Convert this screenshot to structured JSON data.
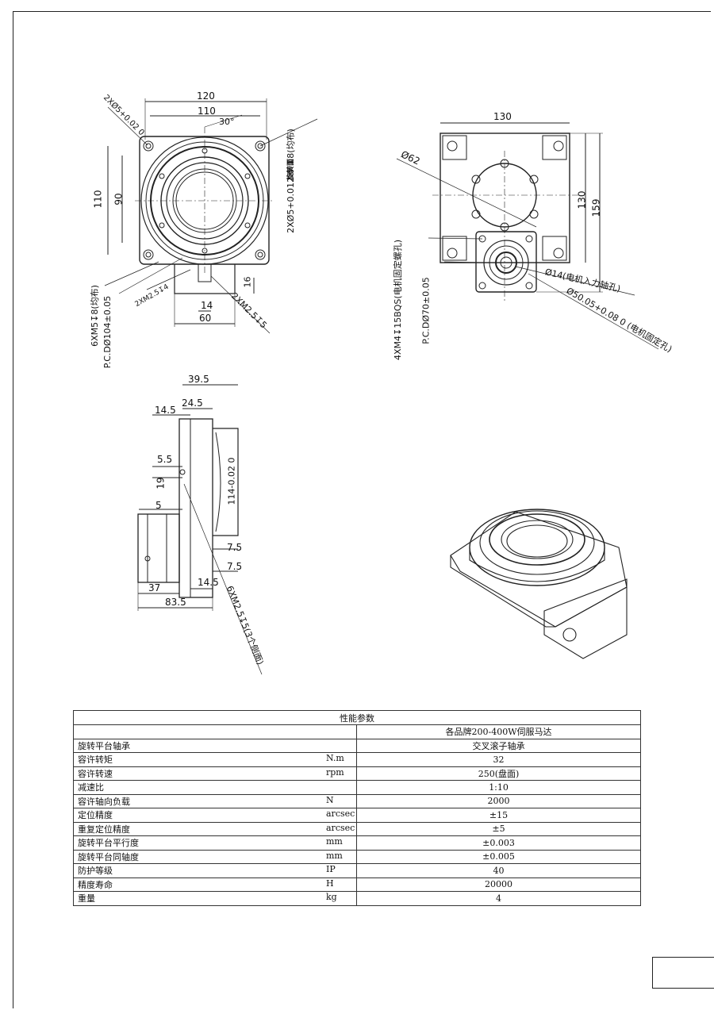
{
  "drawing": {
    "top_left_view": {
      "dim_overall_width": "120",
      "dim_hole_spacing": "110",
      "dim_angle": "30°",
      "dim_height_outer": "110",
      "dim_height_inner": "90",
      "dim_bottom_width": "60",
      "dim_bottom_slot": "14",
      "dim_bottom_height": "16",
      "note_pin_holes_top": "2XØ5+0.02 0",
      "note_pin_holes_right": "2XØ5+0.012 0 ↧8(均布)",
      "note_threads_6": "6XM5↧8(均布)",
      "note_pcd": "P.C.DØ104±0.05",
      "note_m2_5_left": "2XM2.5↧4",
      "note_m2_5_right": "2XM2.5↧5",
      "note_marker": "旋转面"
    },
    "top_right_view": {
      "dim_width": "130",
      "dim_dia": "Ø62",
      "dim_height_a": "130",
      "dim_height_b": "159",
      "note_threads_4": "4XM4↧15BQS(电机固定螺孔)",
      "note_pcd": "P.C.DØ70±0.05",
      "note_input_hole": "Ø14(电机入力轴孔)",
      "note_locating_hole": "Ø50.05+0.08 0 (电机固定孔)"
    },
    "side_view": {
      "dim_39_5": "39.5",
      "dim_24_5": "24.5",
      "dim_14_5_top": "14.5",
      "dim_5_5": "5.5",
      "dim_19": "19",
      "dim_5": "5",
      "dim_114": "114-0.02 0",
      "dim_7_5_a": "7.5",
      "dim_7_5_b": "7.5",
      "dim_37": "37",
      "dim_14_5_bottom": "14.5",
      "dim_83_5": "83.5",
      "note_side_threads": "6XM2.5↧5(3个侧面)"
    }
  },
  "spec_table": {
    "title": "性能参数",
    "header_value": "各品牌200-400W伺服马达",
    "rows": [
      {
        "label": "旋转平台轴承",
        "unit": "",
        "value": "交叉滚子轴承"
      },
      {
        "label": "容许转矩",
        "unit": "N.m",
        "value": "32"
      },
      {
        "label": "容许转速",
        "unit": "rpm",
        "value": "250(盘面)"
      },
      {
        "label": "减速比",
        "unit": "",
        "value": "1:10"
      },
      {
        "label": "容许轴向负载",
        "unit": "N",
        "value": "2000"
      },
      {
        "label": "定位精度",
        "unit": "arcsec",
        "value": "±15"
      },
      {
        "label": "重复定位精度",
        "unit": "arcsec",
        "value": "±5"
      },
      {
        "label": "旋转平台平行度",
        "unit": "mm",
        "value": "±0.003"
      },
      {
        "label": "旋转平台同轴度",
        "unit": "mm",
        "value": "±0.005"
      },
      {
        "label": "防护等级",
        "unit": "IP",
        "value": "40"
      },
      {
        "label": "精度寿命",
        "unit": "H",
        "value": "20000"
      },
      {
        "label": "重量",
        "unit": "kg",
        "value": "4"
      }
    ]
  }
}
